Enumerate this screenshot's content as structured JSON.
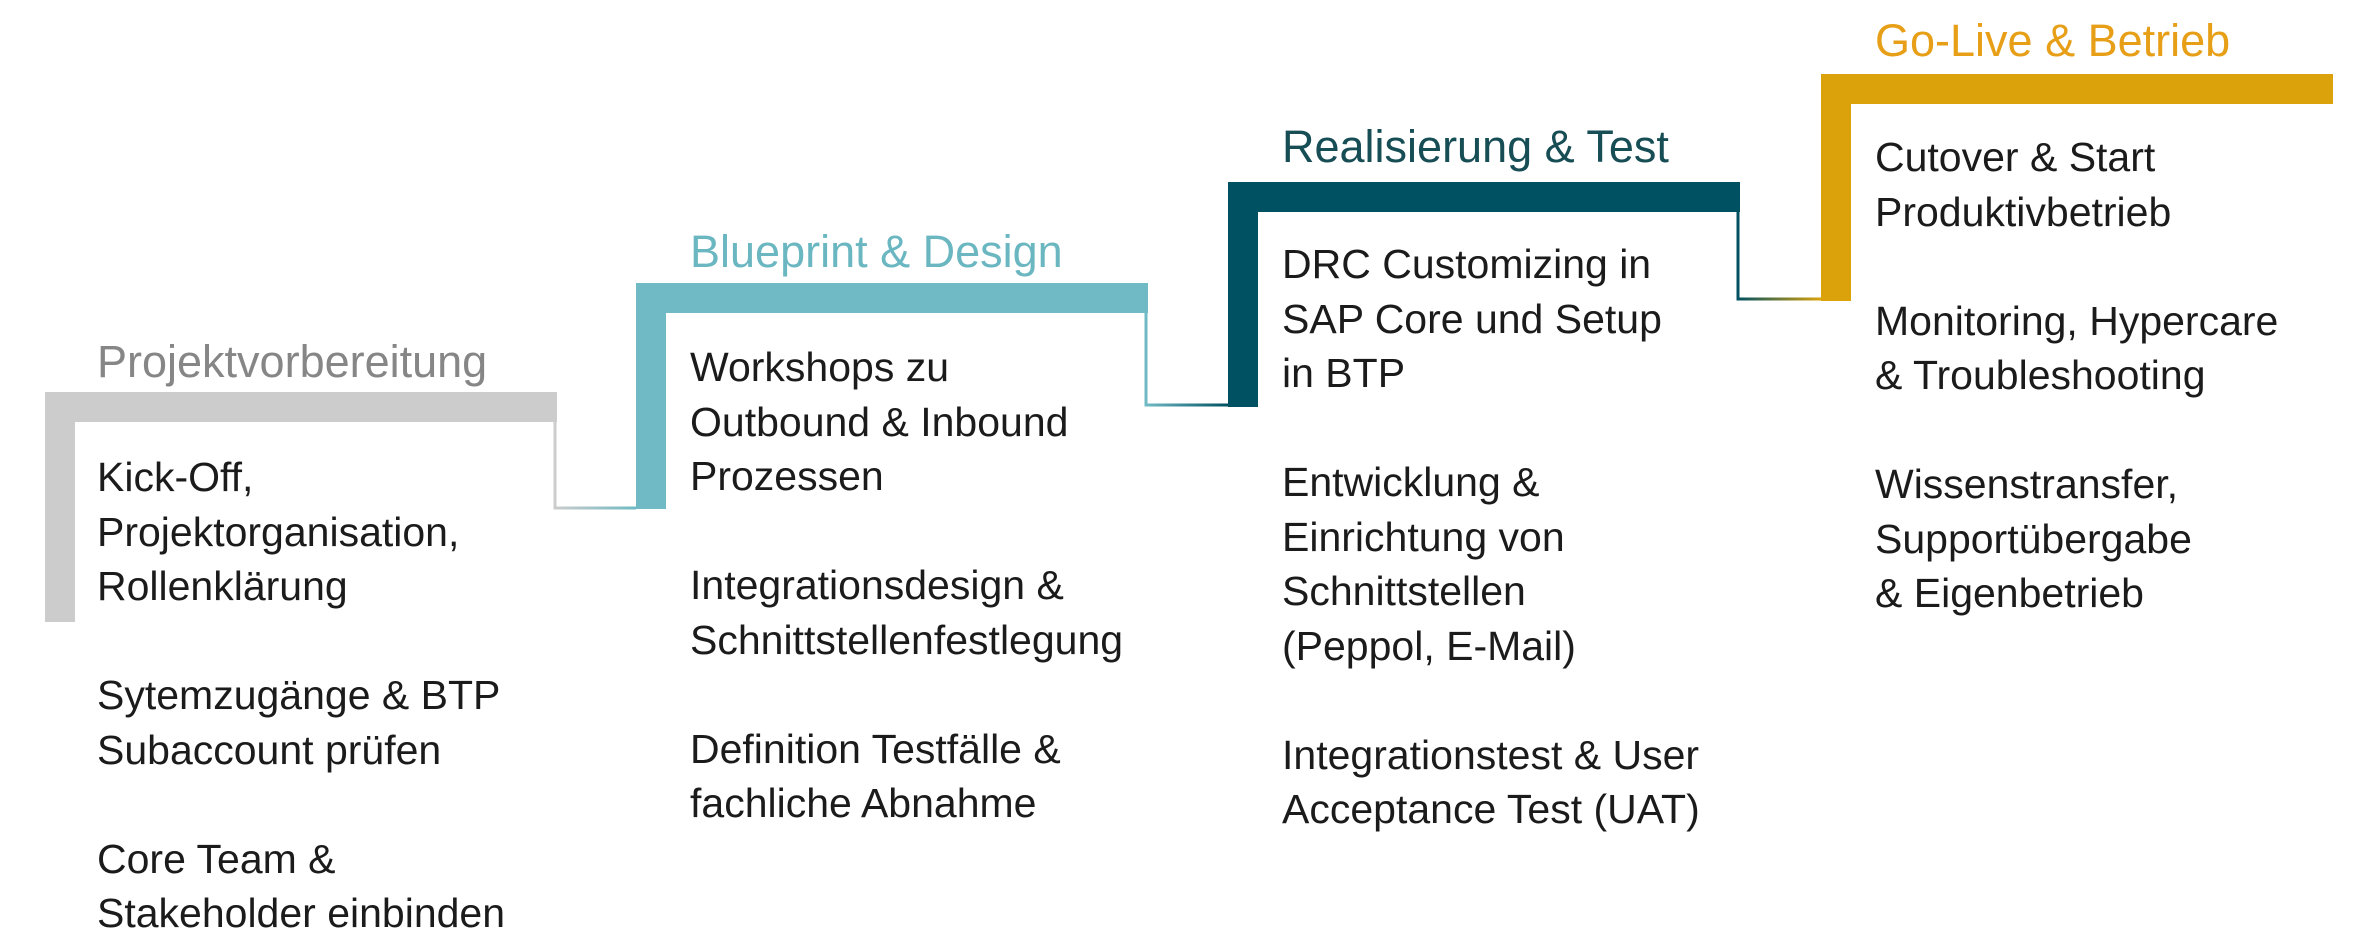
{
  "colors": {
    "phase1": "#cccccc",
    "phase1_title": "#868686",
    "phase2": "#6fbac4",
    "phase3": "#005161",
    "phase4": "#dba20b",
    "phase4_title": "#e79f17",
    "text": "#1b1b1b"
  },
  "phases": [
    {
      "title": "Projektvorbereitung",
      "items": [
        "Kick-Off,\nProjektorganisation,\nRollenklärung",
        "Sytemzugänge & BTP\nSubaccount prüfen",
        "Core Team &\nStakeholder einbinden"
      ]
    },
    {
      "title": "Blueprint & Design",
      "items": [
        "Workshops zu\nOutbound & Inbound\nProzessen",
        "Integrationsdesign &\nSchnittstellenfestlegung",
        "Definition Testfälle &\nfachliche Abnahme"
      ]
    },
    {
      "title": "Realisierung & Test",
      "items": [
        "DRC Customizing in\nSAP Core und Setup\nin BTP",
        "Entwicklung &\nEinrichtung von\nSchnittstellen\n(Peppol, E-Mail)",
        "Integrationstest & User\nAcceptance Test (UAT)"
      ]
    },
    {
      "title": "Go-Live & Betrieb",
      "items": [
        "Cutover & Start\nProduktivbetrieb",
        "Monitoring, Hypercare\n& Troubleshooting",
        "Wissenstransfer,\nSupportübergabe\n& Eigenbetrieb"
      ]
    }
  ]
}
